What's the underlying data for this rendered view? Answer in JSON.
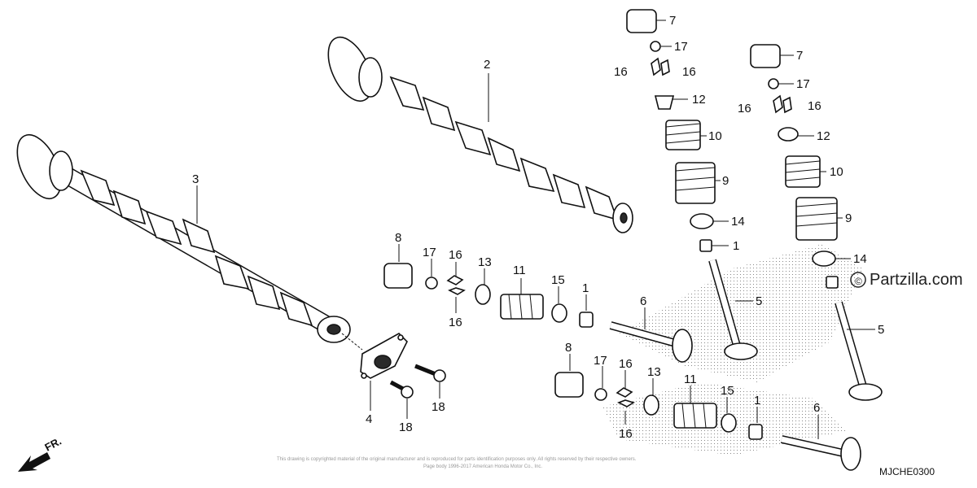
{
  "watermark": "Partzilla.com",
  "diagram_code": "MJCHE0300",
  "direction_label": "FR.",
  "copyright_lines": [
    "This drawing is copyrighted material of the original manufacturer and is reproduced for parts identification purposes only. All rights reserved by their respective owners.",
    "Page body 1996-2017 American Honda Motor Co., Inc."
  ],
  "callouts": {
    "c2": "2",
    "c3": "3",
    "c4": "4",
    "c7a": "7",
    "c17a": "17",
    "c16a": "16",
    "c16b": "16",
    "c12a": "12",
    "c10a": "10",
    "c9a": "9",
    "c14a": "14",
    "c1a": "1",
    "c5a": "5",
    "c7b": "7",
    "c17b": "17",
    "c16c": "16",
    "c16d": "16",
    "c12b": "12",
    "c10b": "10",
    "c9b": "9",
    "c14b": "14",
    "c5b": "5",
    "c8a": "8",
    "c17c": "17",
    "c16e": "16",
    "c16f": "16",
    "c13a": "13",
    "c11a": "11",
    "c15a": "15",
    "c1b": "1",
    "c6a": "6",
    "c8b": "8",
    "c17d": "17",
    "c16g": "16",
    "c16h": "16",
    "c13b": "13",
    "c11b": "11",
    "c15b": "15",
    "c1c": "1",
    "c6b": "6",
    "c18a": "18",
    "c18b": "18"
  }
}
